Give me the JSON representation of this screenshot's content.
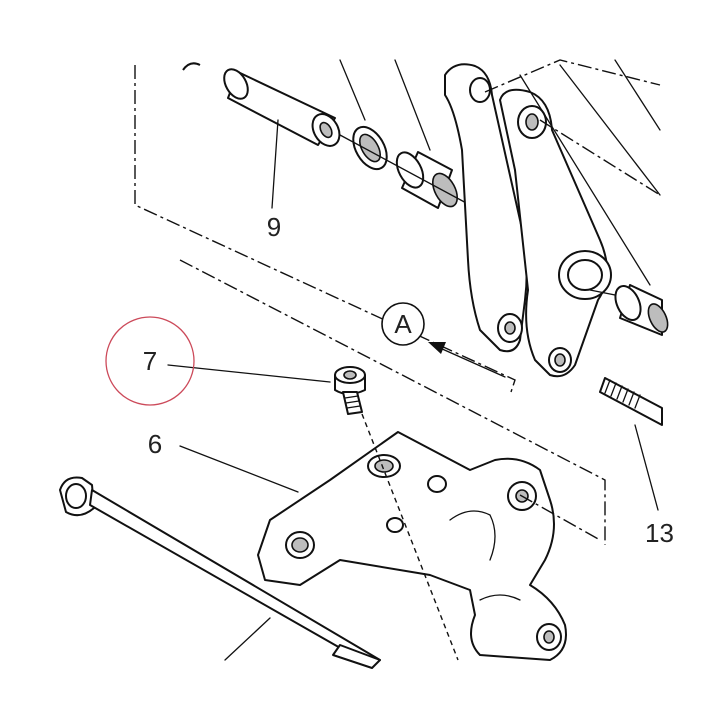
{
  "callouts": {
    "part_7": "7",
    "part_6": "6",
    "part_9": "9",
    "part_13_partial": "13",
    "view_a": "A"
  },
  "highlight": {
    "color": "#cc4a5a",
    "target": "7"
  }
}
